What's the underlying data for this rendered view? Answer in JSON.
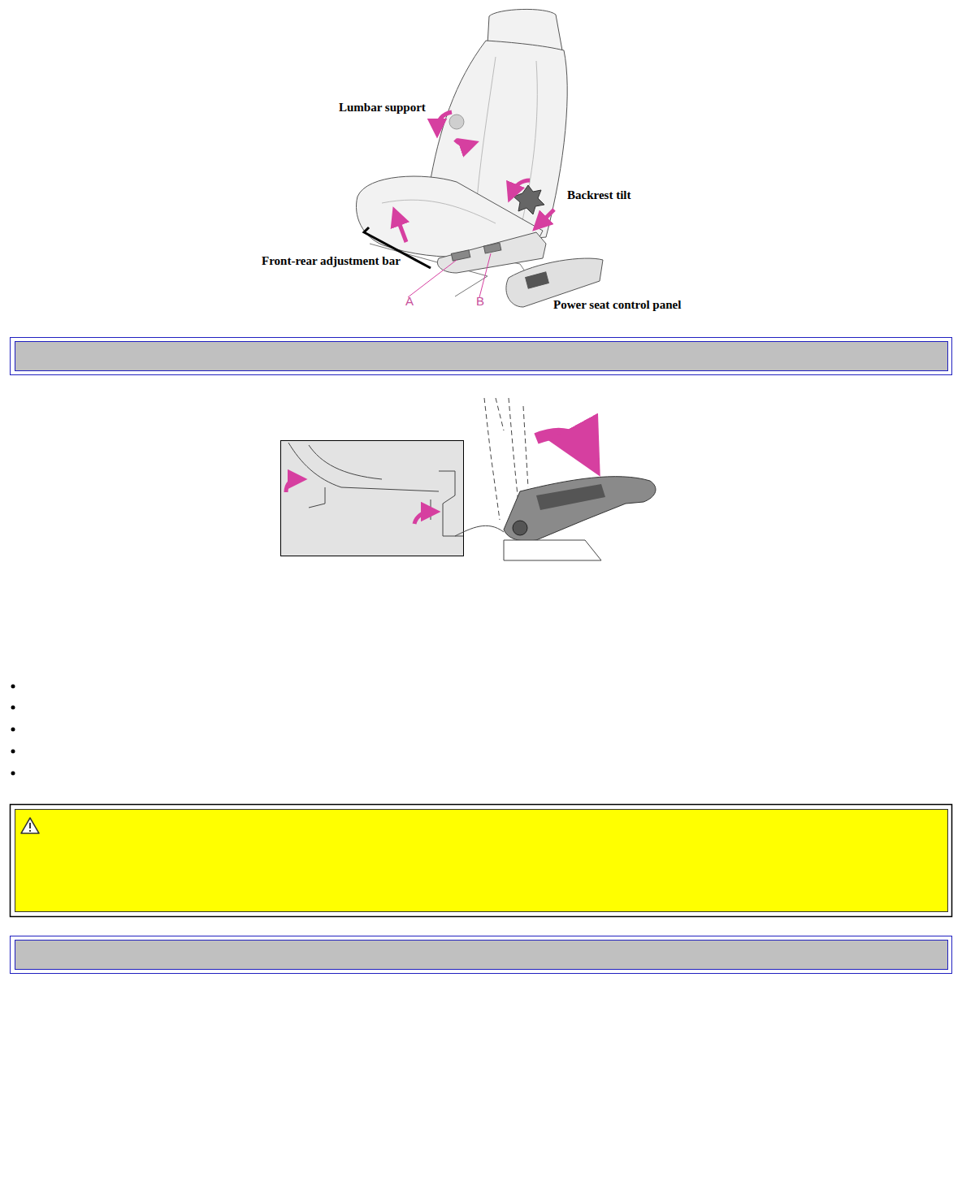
{
  "diagram": {
    "labels": [
      "Lumbar support",
      "Backrest tilt",
      "Front-rear adjustment bar",
      "A",
      "B",
      "Power seat control panel"
    ]
  }
}
